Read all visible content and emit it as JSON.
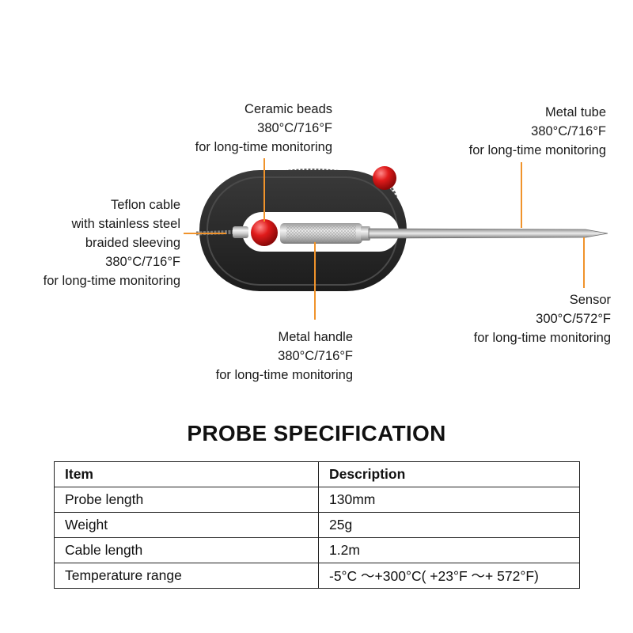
{
  "callouts": {
    "ceramic_beads": [
      "Ceramic beads",
      "380°C/716°F",
      "for long-time monitoring"
    ],
    "metal_tube": [
      "Metal tube",
      "380°C/716°F",
      "for long-time monitoring"
    ],
    "teflon_cable": [
      "Teflon cable",
      "with stainless steel",
      "braided sleeving",
      "380°C/716°F",
      "for long-time monitoring"
    ],
    "metal_handle": [
      "Metal handle",
      "380°C/716°F",
      "for long-time monitoring"
    ],
    "sensor": [
      "Sensor",
      "300°C/572°F",
      "for long-time monitoring"
    ]
  },
  "colors": {
    "leader_line": "#f0932b",
    "bead": "#e01b1b",
    "body": "#2b2b2b"
  },
  "spec": {
    "title": "PROBE SPECIFICATION",
    "headers": [
      "Item",
      "Description"
    ],
    "rows": [
      [
        "Probe length",
        "130mm"
      ],
      [
        "Weight",
        "25g"
      ],
      [
        "Cable length",
        "1.2m"
      ],
      [
        "Temperature range",
        "-5°C ～+300°C( +23°F ～+ 572°F)"
      ]
    ]
  }
}
